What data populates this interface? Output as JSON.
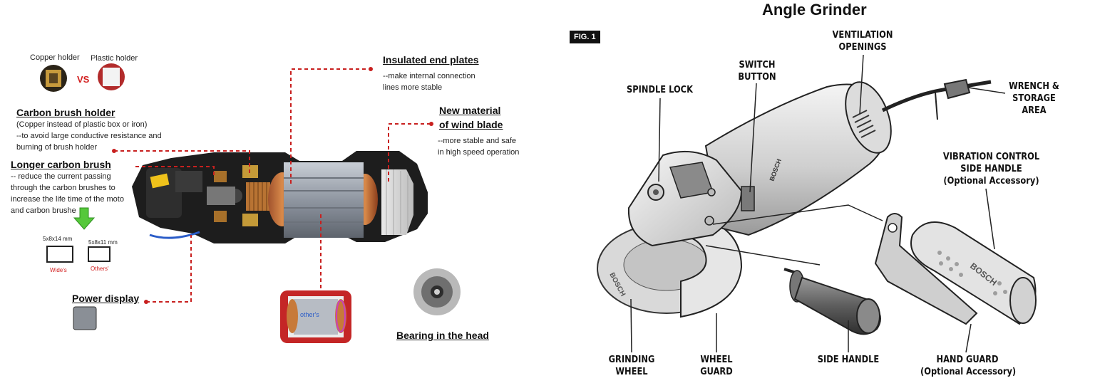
{
  "left": {
    "top_labels": {
      "copper": "Copper holder",
      "plastic": "Plastic holder",
      "vs": "VS"
    },
    "carbon_holder": {
      "title": "Carbon brush holder",
      "lines": [
        "(Copper instead of plastic box or iron)",
        "--to avoid large conductive resistance and",
        "burning of brush holder"
      ]
    },
    "longer_brush": {
      "title": "Longer carbon brush",
      "lines": [
        "-- reduce the current passing",
        "through the carbon brushes to",
        "increase the life time of the moto",
        "and carbon brushe"
      ]
    },
    "brush_sizes": {
      "wide_size": "5x8x14 mm",
      "other_size": "5x8x11 mm",
      "wide_label": "Wide's",
      "other_label": "Others'"
    },
    "power_display": "Power display",
    "insulated": {
      "title": "Insulated end plates",
      "lines": [
        "--make internal connection",
        "lines more stable"
      ]
    },
    "wind_blade": {
      "title_line1": "New material",
      "title_line2": "of wind blade",
      "lines": [
        "--more stable and safe",
        "in high speed operation"
      ]
    },
    "others_label": "other's",
    "bearing": "Bearing in the head"
  },
  "right": {
    "title": "Angle Grinder",
    "fig": "FIG. 1",
    "labels": {
      "ventilation": [
        "VENTILATION",
        "OPENINGS"
      ],
      "switch": [
        "SWITCH",
        "BUTTON"
      ],
      "spindle": [
        "SPINDLE LOCK"
      ],
      "wrench": [
        "WRENCH &",
        "STORAGE",
        "AREA"
      ],
      "vibration": [
        "VIBRATION CONTROL",
        "SIDE HANDLE",
        "(Optional Accessory)"
      ],
      "grinding": [
        "GRINDING",
        "WHEEL"
      ],
      "wheel_guard": [
        "WHEEL",
        "GUARD"
      ],
      "side_handle": [
        "SIDE HANDLE"
      ],
      "hand_guard": [
        "HAND GUARD",
        "(Optional Accessory)"
      ]
    },
    "brand": "BOSCH"
  },
  "colors": {
    "dash_red": "#c8201f",
    "accent_green": "#55c83a",
    "badge_black": "#111111"
  }
}
